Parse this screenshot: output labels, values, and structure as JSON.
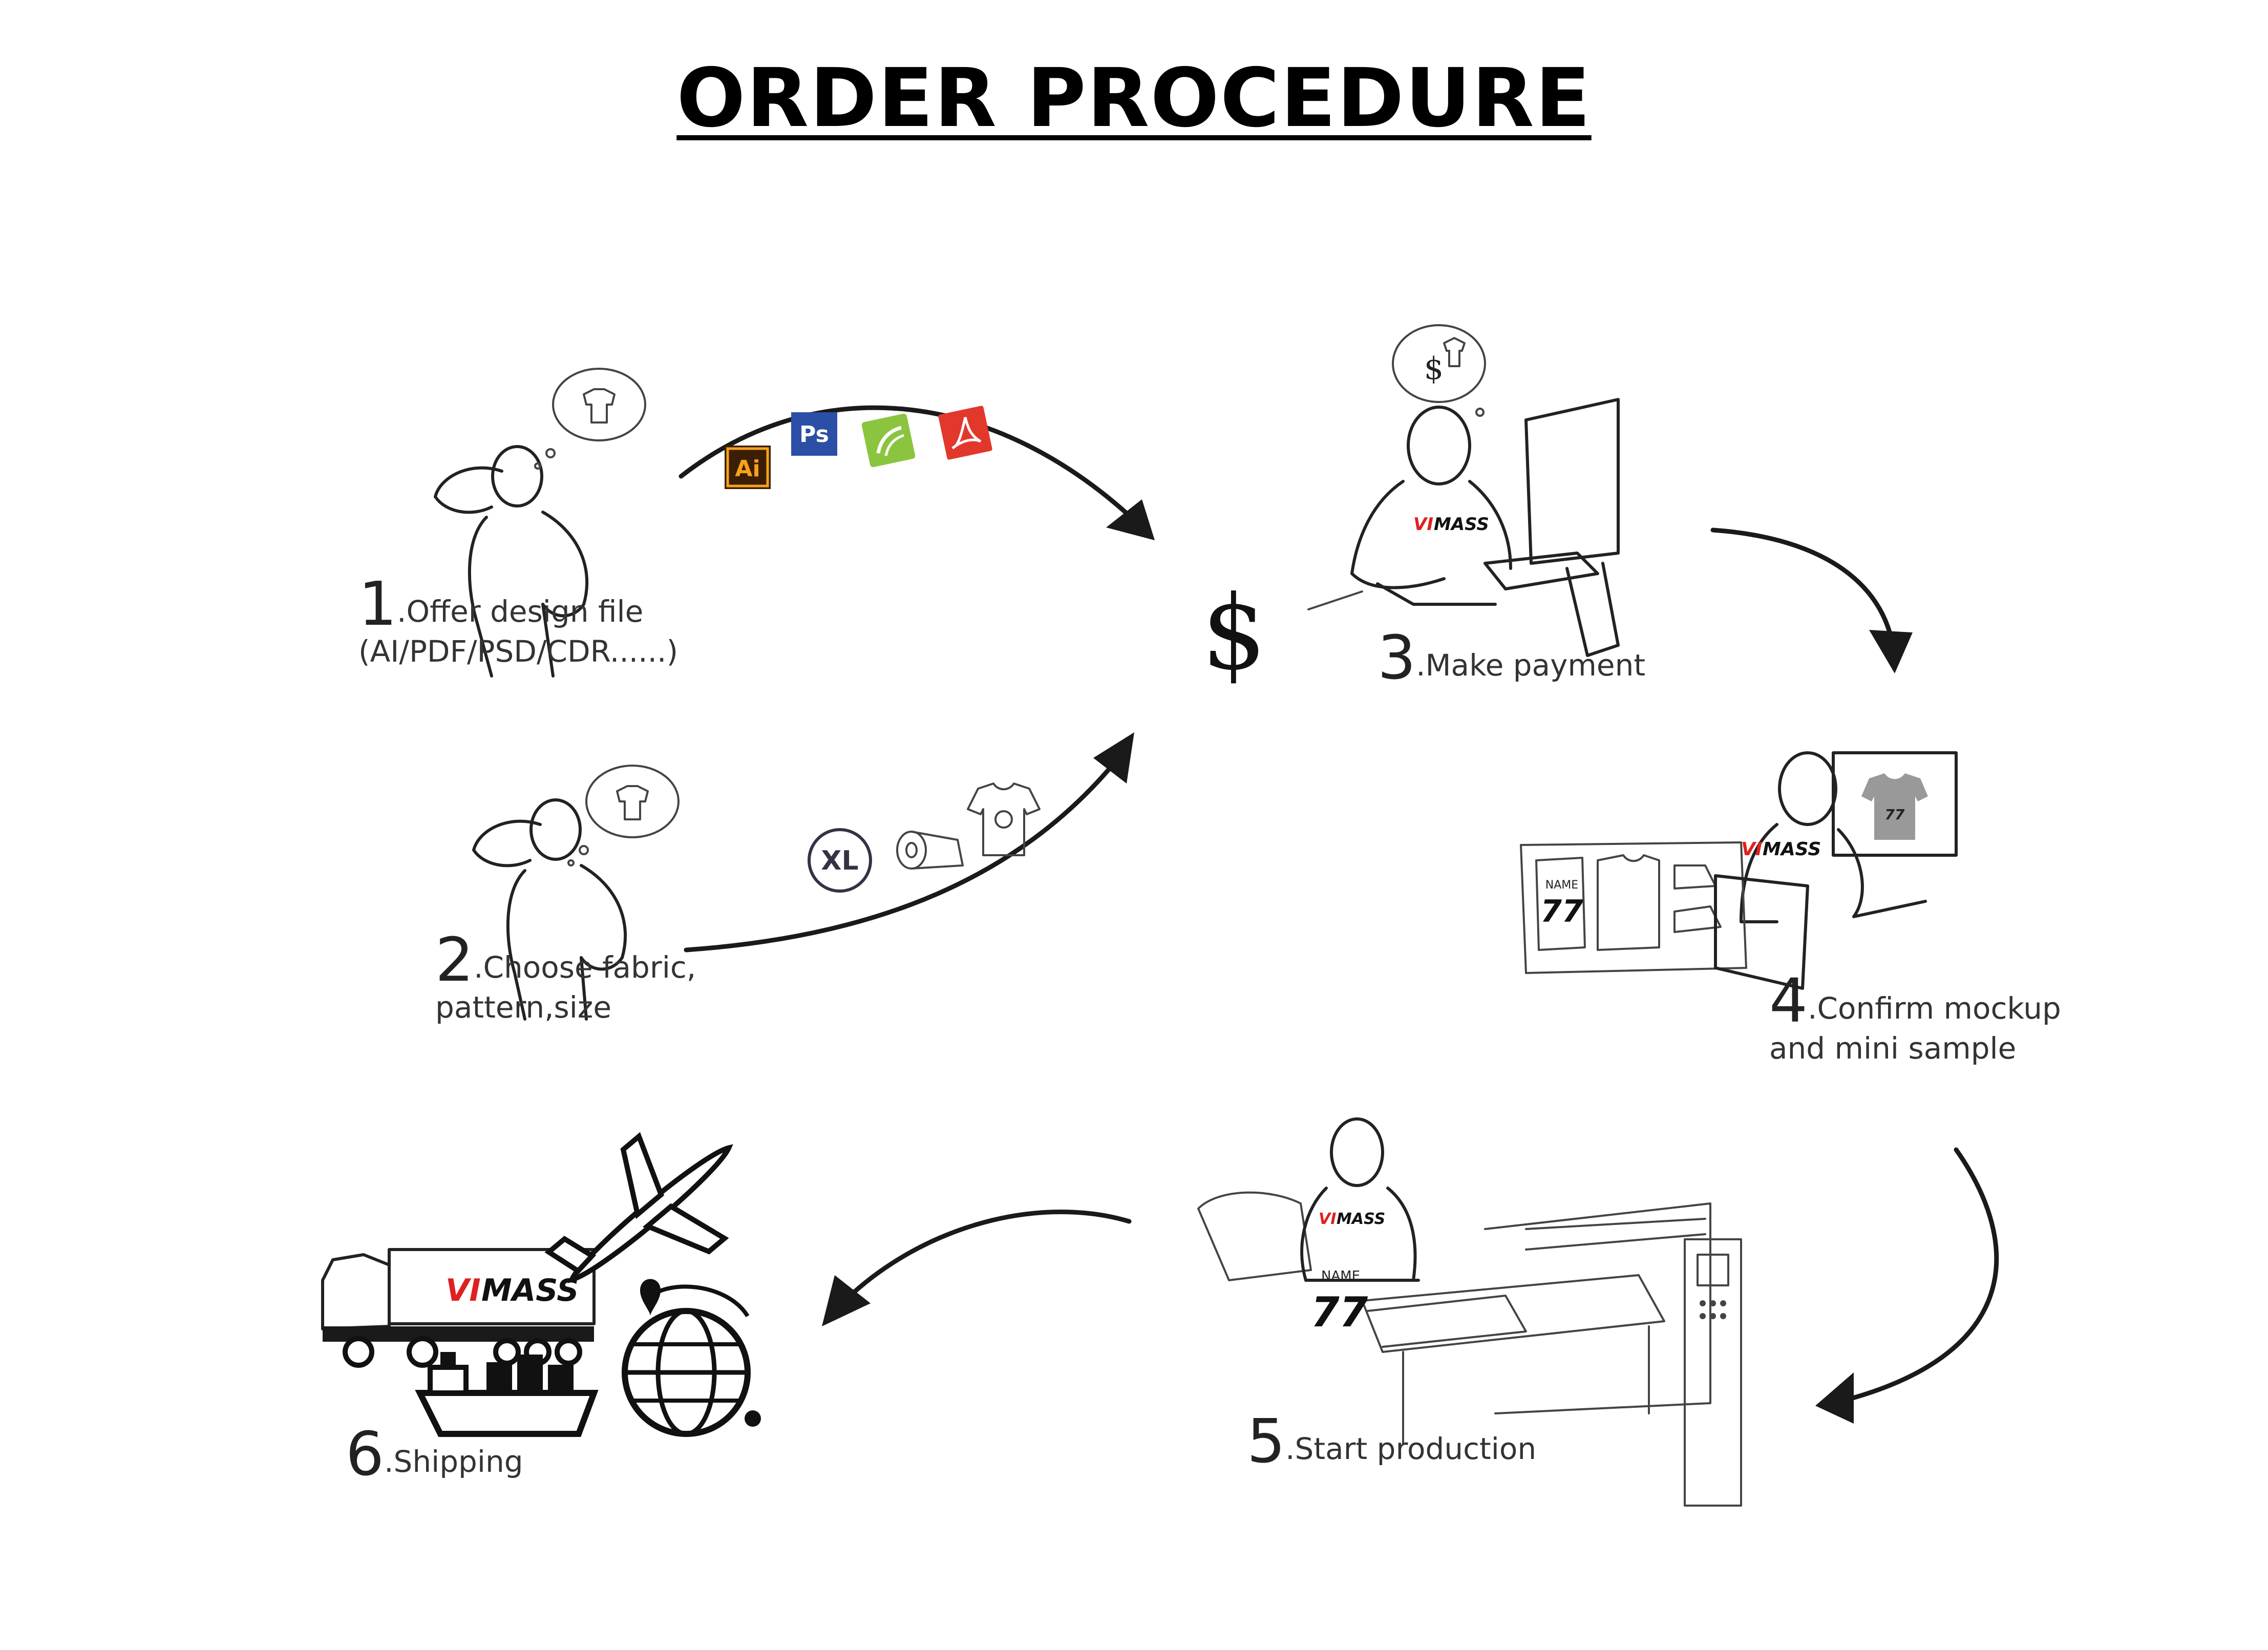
{
  "title": "ORDER PROCEDURE",
  "currency_symbol": "$",
  "steps": [
    {
      "num": "1",
      "text": ".Offer design file",
      "text2": "(AI/PDF/PSD/CDR......)"
    },
    {
      "num": "2",
      "text": ".Choose fabric,",
      "text2": "pattern,size"
    },
    {
      "num": "3",
      "text": ".Make payment",
      "text2": ""
    },
    {
      "num": "4",
      "text": ".Confirm mockup",
      "text2": "and mini sample"
    },
    {
      "num": "5",
      "text": ".Start production",
      "text2": ""
    },
    {
      "num": "6",
      "text": ".Shipping",
      "text2": ""
    }
  ],
  "file_icons": {
    "ai": "Ai",
    "ps": "Ps"
  },
  "size_badge": "XL",
  "bubble_dollar": "$",
  "brand": {
    "vi": "VI",
    "mass": "MASS"
  },
  "jersey": {
    "name": "NAME",
    "number": "77"
  },
  "icons": [
    "thinking-person-icon",
    "thought-bubble-icon",
    "illustrator-icon",
    "photoshop-icon",
    "coreldraw-icon",
    "pdf-icon",
    "size-xl-icon",
    "fabric-roll-icon",
    "tshirt-icon",
    "computer-icon",
    "printing-machine-icon",
    "truck-icon",
    "airplane-icon",
    "cargo-ship-icon",
    "globe-icon"
  ],
  "colors": {
    "brand_red": "#e02020",
    "ai_orange": "#f7a21b",
    "ps_blue": "#2b4fa6",
    "pdf_red": "#e2382b",
    "cdr_green": "#8bc53f"
  }
}
